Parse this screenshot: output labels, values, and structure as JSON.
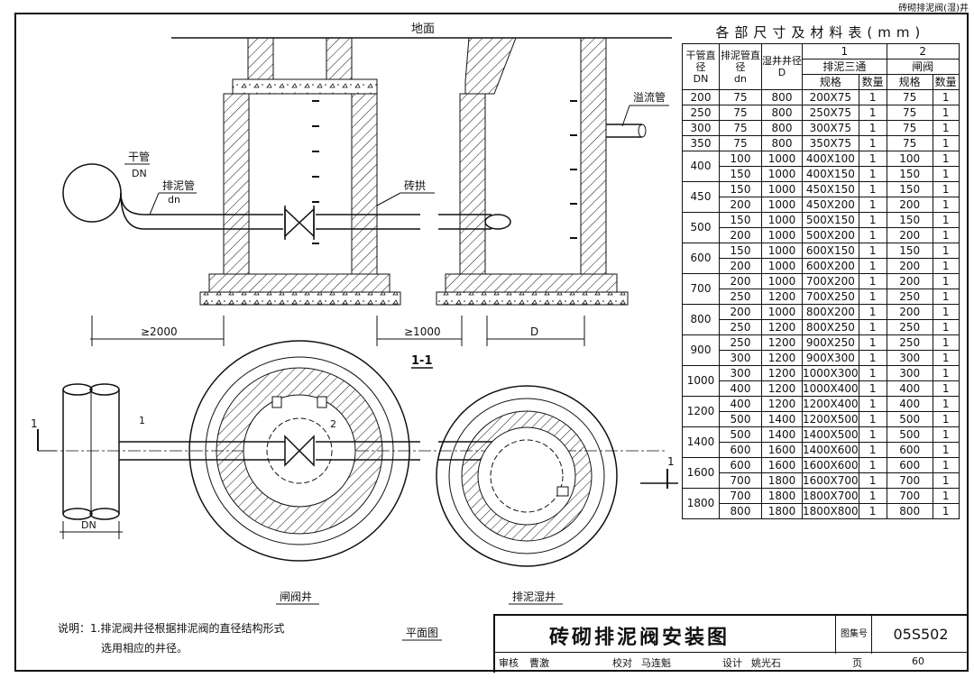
{
  "corner_tag": "砖砌排泥阀(湿)井",
  "labels": {
    "ground": "地面",
    "overflow_pipe": "溢流管",
    "main_pipe": "干管",
    "main_pipe_dn": "DN",
    "mud_pipe": "排泥管",
    "mud_pipe_dn": "dn",
    "brick_arch": "砖拱",
    "dim_2000": "≥2000",
    "dim_1000": "≥1000",
    "dim_D": "D",
    "section": "1-1",
    "plan_dn": "DN",
    "valve_well": "闸阀井",
    "wet_well": "排泥湿井",
    "plan_view": "平面图",
    "mark_1": "1",
    "mark_2": "2"
  },
  "note": {
    "line1": "说明：1.排泥阀井径根据排泥阀的直径结构形式",
    "line2": "选用相应的井径。"
  },
  "table": {
    "caption": "各部尺寸及材料表(mm)",
    "h_main": "干管直径",
    "h_main_unit": "DN",
    "h_mud": "排泥管直径",
    "h_mud_unit": "dn",
    "h_well": "湿井井径",
    "h_well_unit": "D",
    "h_col1": "1",
    "h_col2": "2",
    "h_tee": "排泥三通",
    "h_valve": "闸阀",
    "h_spec": "规格",
    "h_qty": "数量",
    "h_spec2": "规格",
    "h_qty2": "数量",
    "groups": [
      {
        "dn": "200",
        "rows": [
          [
            "75",
            "800",
            "200X75",
            "1",
            "75",
            "1"
          ]
        ]
      },
      {
        "dn": "250",
        "rows": [
          [
            "75",
            "800",
            "250X75",
            "1",
            "75",
            "1"
          ]
        ]
      },
      {
        "dn": "300",
        "rows": [
          [
            "75",
            "800",
            "300X75",
            "1",
            "75",
            "1"
          ]
        ]
      },
      {
        "dn": "350",
        "rows": [
          [
            "75",
            "800",
            "350X75",
            "1",
            "75",
            "1"
          ]
        ]
      },
      {
        "dn": "400",
        "rows": [
          [
            "100",
            "1000",
            "400X100",
            "1",
            "100",
            "1"
          ],
          [
            "150",
            "1000",
            "400X150",
            "1",
            "150",
            "1"
          ]
        ]
      },
      {
        "dn": "450",
        "rows": [
          [
            "150",
            "1000",
            "450X150",
            "1",
            "150",
            "1"
          ],
          [
            "200",
            "1000",
            "450X200",
            "1",
            "200",
            "1"
          ]
        ]
      },
      {
        "dn": "500",
        "rows": [
          [
            "150",
            "1000",
            "500X150",
            "1",
            "150",
            "1"
          ],
          [
            "200",
            "1000",
            "500X200",
            "1",
            "200",
            "1"
          ]
        ]
      },
      {
        "dn": "600",
        "rows": [
          [
            "150",
            "1000",
            "600X150",
            "1",
            "150",
            "1"
          ],
          [
            "200",
            "1000",
            "600X200",
            "1",
            "200",
            "1"
          ]
        ]
      },
      {
        "dn": "700",
        "rows": [
          [
            "200",
            "1000",
            "700X200",
            "1",
            "200",
            "1"
          ],
          [
            "250",
            "1200",
            "700X250",
            "1",
            "250",
            "1"
          ]
        ]
      },
      {
        "dn": "800",
        "rows": [
          [
            "200",
            "1000",
            "800X200",
            "1",
            "200",
            "1"
          ],
          [
            "250",
            "1200",
            "800X250",
            "1",
            "250",
            "1"
          ]
        ]
      },
      {
        "dn": "900",
        "rows": [
          [
            "250",
            "1200",
            "900X250",
            "1",
            "250",
            "1"
          ],
          [
            "300",
            "1200",
            "900X300",
            "1",
            "300",
            "1"
          ]
        ]
      },
      {
        "dn": "1000",
        "rows": [
          [
            "300",
            "1200",
            "1000X300",
            "1",
            "300",
            "1"
          ],
          [
            "400",
            "1200",
            "1000X400",
            "1",
            "400",
            "1"
          ]
        ]
      },
      {
        "dn": "1200",
        "rows": [
          [
            "400",
            "1200",
            "1200X400",
            "1",
            "400",
            "1"
          ],
          [
            "500",
            "1400",
            "1200X500",
            "1",
            "500",
            "1"
          ]
        ]
      },
      {
        "dn": "1400",
        "rows": [
          [
            "500",
            "1400",
            "1400X500",
            "1",
            "500",
            "1"
          ],
          [
            "600",
            "1600",
            "1400X600",
            "1",
            "600",
            "1"
          ]
        ]
      },
      {
        "dn": "1600",
        "rows": [
          [
            "600",
            "1600",
            "1600X600",
            "1",
            "600",
            "1"
          ],
          [
            "700",
            "1800",
            "1600X700",
            "1",
            "700",
            "1"
          ]
        ]
      },
      {
        "dn": "1800",
        "rows": [
          [
            "700",
            "1800",
            "1800X700",
            "1",
            "700",
            "1"
          ],
          [
            "800",
            "1800",
            "1800X800",
            "1",
            "800",
            "1"
          ]
        ]
      }
    ]
  },
  "title_block": {
    "title": "砖砌排泥阀安装图",
    "atlas_label": "图集号",
    "atlas_no": "05S502",
    "review_label": "审核",
    "review_name": "曹激",
    "check_label": "校对",
    "check_name": "马连魁",
    "design_label": "设计",
    "design_name": "姚光石",
    "page_label": "页",
    "page_no": "60"
  }
}
